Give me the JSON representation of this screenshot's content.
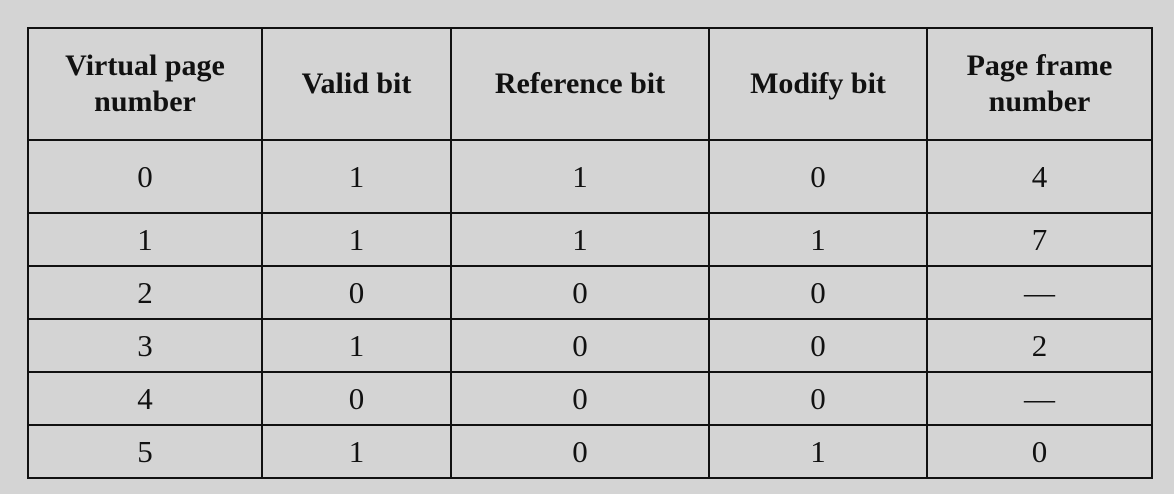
{
  "table": {
    "headers": [
      [
        "Virtual page",
        "number"
      ],
      [
        "Valid bit"
      ],
      [
        "Reference bit"
      ],
      [
        "Modify bit"
      ],
      [
        "Page frame",
        "number"
      ]
    ],
    "rows": [
      [
        "0",
        "1",
        "1",
        "0",
        "4"
      ],
      [
        "1",
        "1",
        "1",
        "1",
        "7"
      ],
      [
        "2",
        "0",
        "0",
        "0",
        "—"
      ],
      [
        "3",
        "1",
        "0",
        "0",
        "2"
      ],
      [
        "4",
        "0",
        "0",
        "0",
        "—"
      ],
      [
        "5",
        "1",
        "0",
        "1",
        "0"
      ]
    ]
  }
}
